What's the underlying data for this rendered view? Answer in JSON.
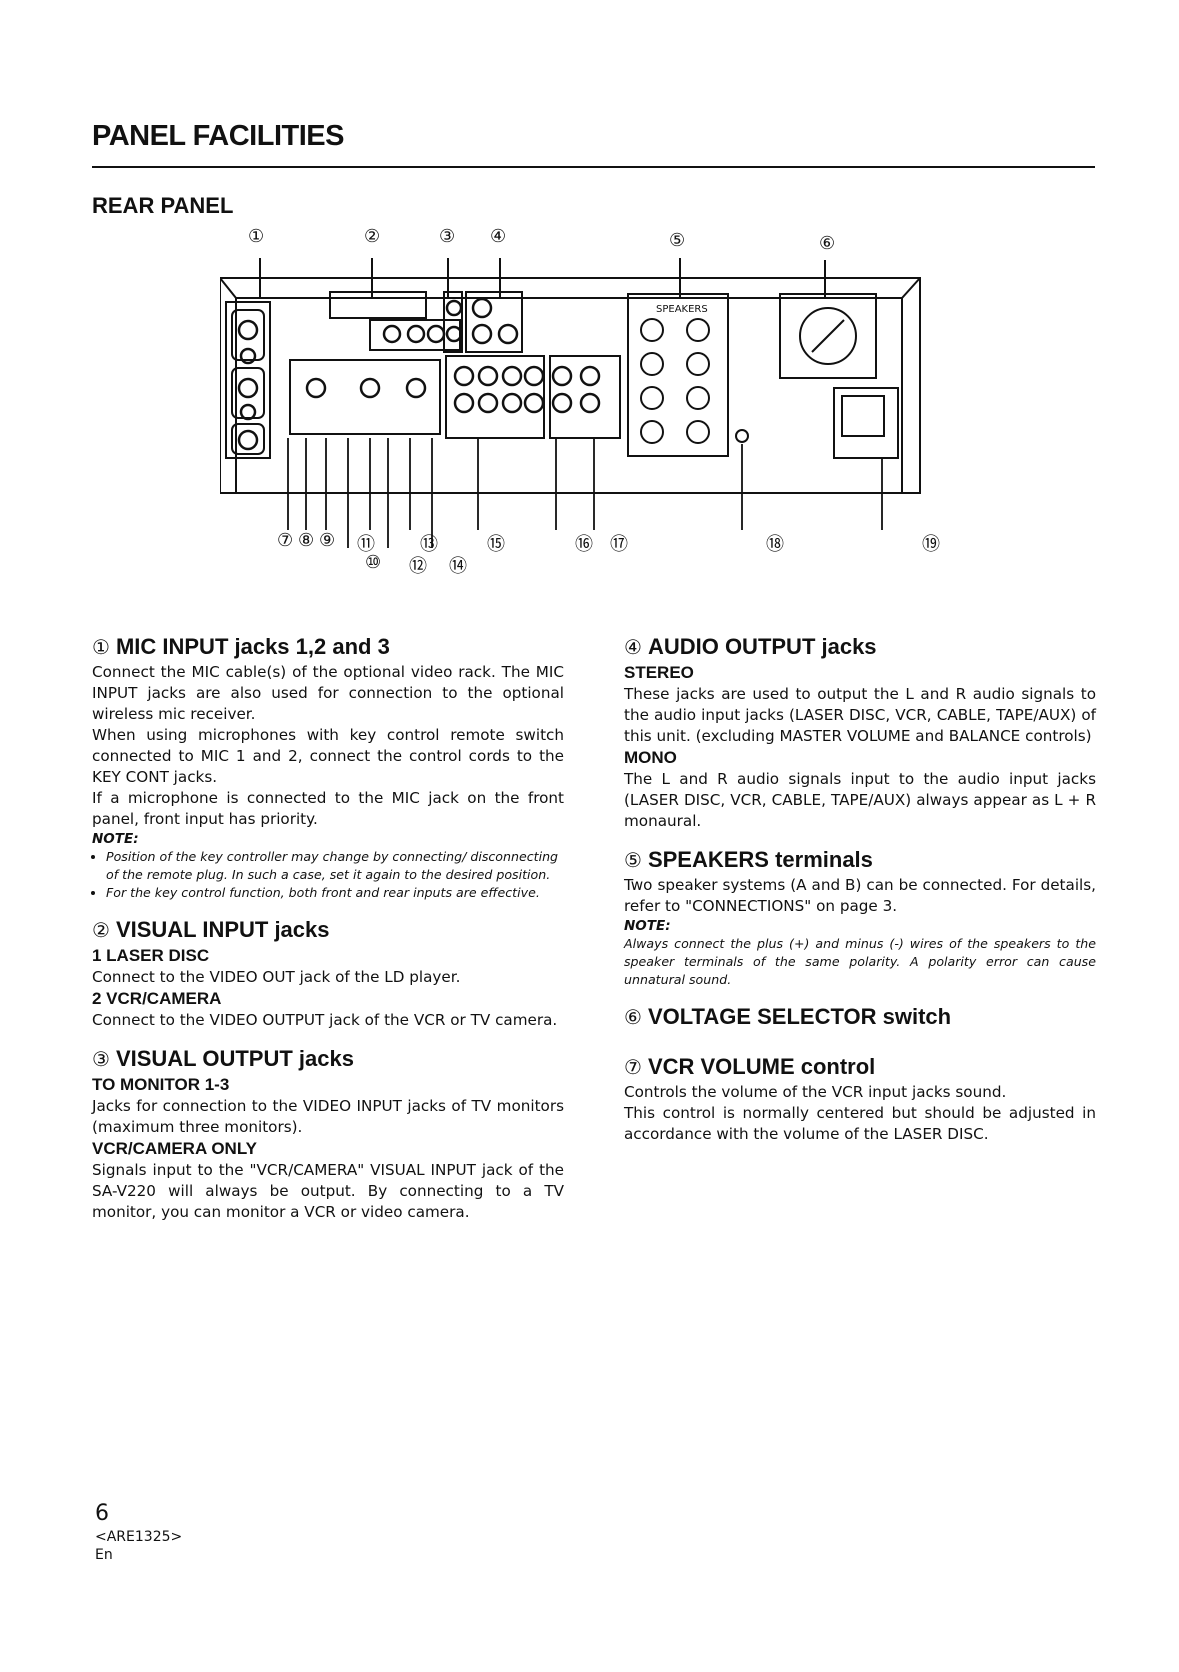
{
  "page_title": "PANEL FACILITIES",
  "section_title": "REAR PANEL",
  "diagram": {
    "speakers_label": "SPEAKERS",
    "callouts_top": [
      "①",
      "②",
      "③",
      "④",
      "⑤",
      "⑥"
    ],
    "callouts_bottom_row1": [
      "⑦",
      "⑧",
      "⑨",
      "⑪",
      "⑬",
      "⑮",
      "⑯",
      "⑰",
      "⑱",
      "⑲"
    ],
    "callouts_bottom_row2": [
      "⑩",
      "⑫",
      "⑭"
    ]
  },
  "items": {
    "mic_input": {
      "num": "①",
      "title": "MIC INPUT jacks 1,2 and 3",
      "paragraphs": [
        "Connect the MIC cable(s) of the optional video rack. The MIC INPUT jacks are also used for connection to the optional wireless mic receiver.",
        "When using microphones with key control remote switch connected to MIC 1 and 2, connect the control cords to the KEY CONT jacks.",
        "If a microphone is connected to the MIC jack on the front panel, front input has priority."
      ],
      "note_label": "NOTE:",
      "notes": [
        "Position of the key controller may change by connecting/ disconnecting of the remote plug. In such a case, set it again to the desired position.",
        "For the key control function, both front and rear inputs are effective."
      ]
    },
    "visual_input": {
      "num": "②",
      "title": "VISUAL INPUT jacks",
      "sub1": "1 LASER DISC",
      "text1": "Connect to the VIDEO OUT jack of the LD player.",
      "sub2": "2 VCR/CAMERA",
      "text2": "Connect to the VIDEO OUTPUT jack of the VCR or TV camera."
    },
    "visual_output": {
      "num": "③",
      "title": "VISUAL OUTPUT jacks",
      "sub1": "TO MONITOR 1-3",
      "text1": "Jacks for connection to the VIDEO INPUT jacks of TV monitors (maximum three monitors).",
      "sub2": "VCR/CAMERA ONLY",
      "text2": "Signals input to the \"VCR/CAMERA\" VISUAL INPUT jack of the SA-V220 will always be output. By connecting to a TV monitor, you can monitor a VCR or video camera."
    },
    "audio_output": {
      "num": "④",
      "title": "AUDIO OUTPUT jacks",
      "sub1": "STEREO",
      "text1": "These jacks are used to output the L and R audio signals to the audio input jacks (LASER DISC, VCR, CABLE, TAPE/AUX) of this unit. (excluding MASTER VOLUME and BALANCE controls)",
      "sub2": "MONO",
      "text2": "The L and R audio signals input to the audio input jacks (LASER DISC, VCR, CABLE, TAPE/AUX) always appear as L + R monaural."
    },
    "speakers": {
      "num": "⑤",
      "title": "SPEAKERS terminals",
      "text": "Two speaker systems (A and B) can be connected. For details, refer to \"CONNECTIONS\" on page 3.",
      "note_label": "NOTE:",
      "note": "Always connect the plus (+) and minus (-) wires of the speakers to the speaker terminals of the same polarity. A polarity error can cause unnatural sound."
    },
    "voltage": {
      "num": "⑥",
      "title": "VOLTAGE SELECTOR switch"
    },
    "vcr_volume": {
      "num": "⑦",
      "title": "VCR VOLUME control",
      "text1": "Controls the volume of the VCR input jacks sound.",
      "text2": "This control is normally centered but should be adjusted in accordance with the volume of the LASER DISC."
    }
  },
  "footer": {
    "page_number": "6",
    "doc_code": "<ARE1325>",
    "lang": "En"
  }
}
